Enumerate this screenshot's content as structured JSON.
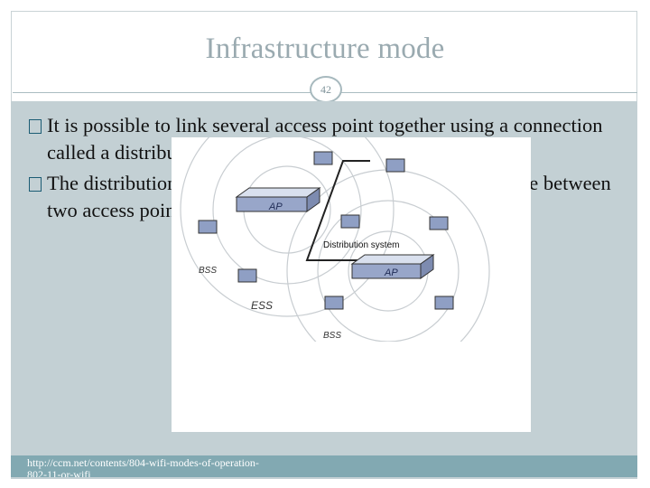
{
  "slide": {
    "title": "Infrastructure mode",
    "page_number": "42"
  },
  "bullets": [
    {
      "text": "It is possible to link several access point together using a connection called a distribution system"
    },
    {
      "text": "The distribution system can also be a wired network, a cable between two access points or even a wireless network"
    }
  ],
  "figure": {
    "labels": {
      "ap_left": "AP",
      "ap_right": "AP",
      "distribution": "Distribution system",
      "bss_left": "BSS",
      "bss_bottom": "BSS",
      "ess": "ESS"
    }
  },
  "footer": {
    "source": "http://ccm.net/contents/804-wifi-modes-of-operation-802-11-or-wifi"
  }
}
